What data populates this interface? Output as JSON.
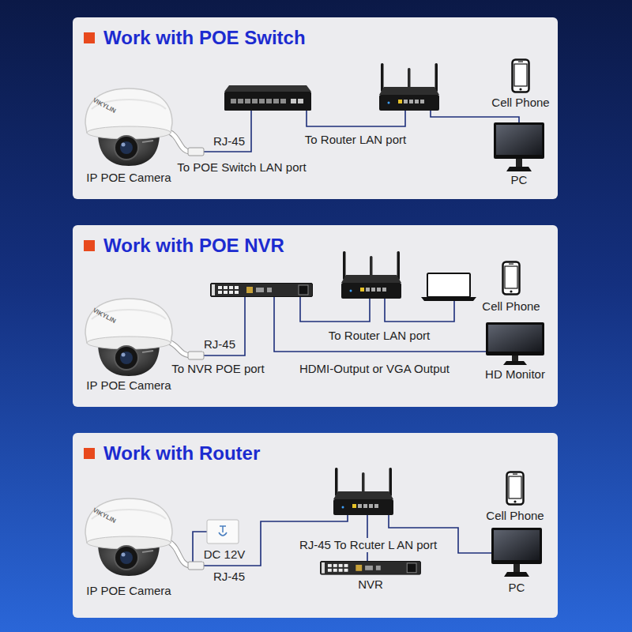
{
  "diagram": {
    "nodes": [
      {
        "text": [
          "Work with POE Switch"
        ]
      },
      {
        "text": [
          "IP POE Camera"
        ],
        "in": 0
      },
      {
        "text": [
          "Cell Phone"
        ],
        "in": 0
      },
      {
        "text": [
          "PC"
        ],
        "in": 0
      },
      {
        "text": [
          "Work with POE NVR"
        ]
      },
      {
        "text": [
          "IP POE Camera"
        ],
        "in": 4
      },
      {
        "text": [
          "Cell Phone"
        ],
        "in": 4
      },
      {
        "text": [
          "HD Monitor"
        ],
        "in": 4
      },
      {
        "text": [
          "Work with Router"
        ]
      },
      {
        "text": [
          "IP POE Camera"
        ],
        "in": 8
      },
      {
        "text": [
          "Cell Phone"
        ],
        "in": 8
      },
      {
        "text": [
          "NVR"
        ],
        "in": 8
      },
      {
        "text": [
          "PC"
        ],
        "in": 8
      }
    ],
    "labels": [
      "VIKYLIN",
      "RJ-45",
      "To Router LAN port",
      "To POE Switch LAN port",
      "VIKYLIN",
      "RJ-45",
      "To Router LAN port",
      "To NVR POE port",
      "HDMI-Output or VGA Output",
      "VIKYLIN",
      "RJ-45 To Rcuter L AN port",
      "DC 12V",
      "RJ-45"
    ]
  }
}
